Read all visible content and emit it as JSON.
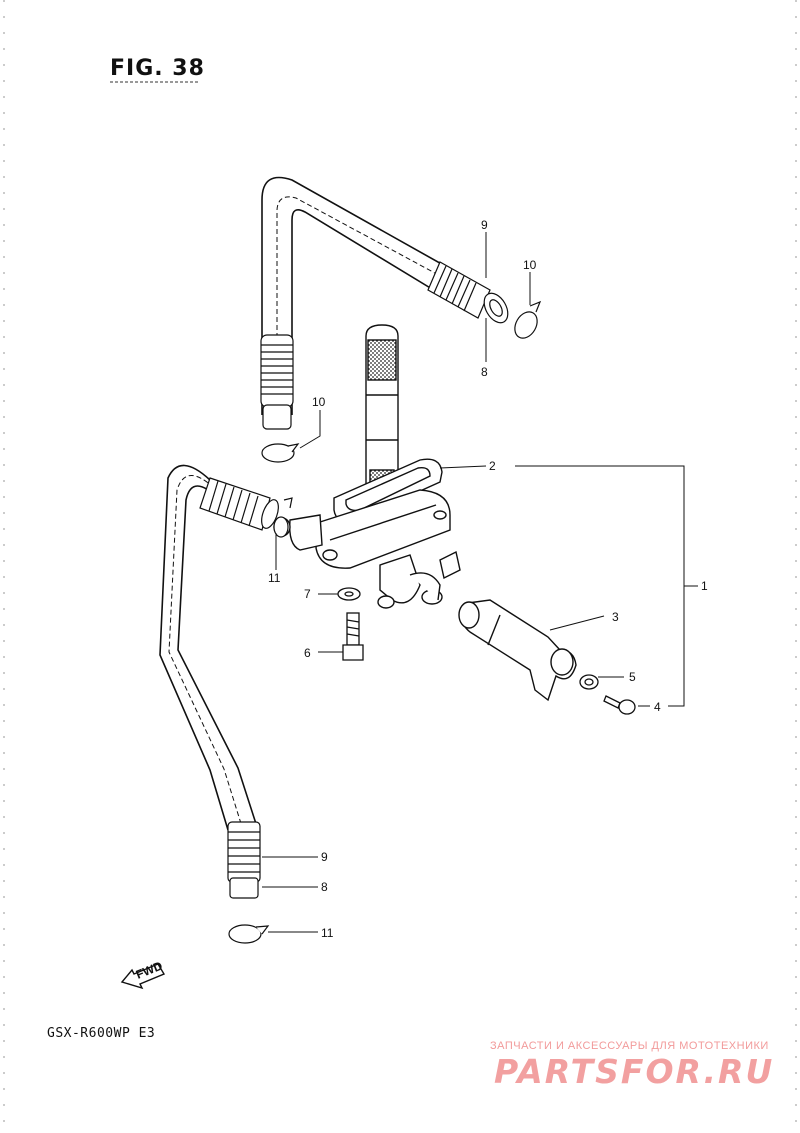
{
  "figure_title": "FIG. 38",
  "model_code": "GSX-R600WP E3",
  "fwd_label": "FWD",
  "watermark": {
    "text": "ЗАПЧАСТИ И АКСЕССУАРЫ ДЛЯ МОТОТЕХНИКИ",
    "logo": "PARTSFOR.RU"
  },
  "callouts": {
    "c1": "1",
    "c2": "2",
    "c3": "3",
    "c4": "4",
    "c5": "5",
    "c6": "6",
    "c7": "7",
    "c8_top": "8",
    "c8_bottom": "8",
    "c9_top": "9",
    "c9_bottom": "9",
    "c10_right": "10",
    "c10_left": "10",
    "c11_left": "11",
    "c11_bottom": "11"
  }
}
